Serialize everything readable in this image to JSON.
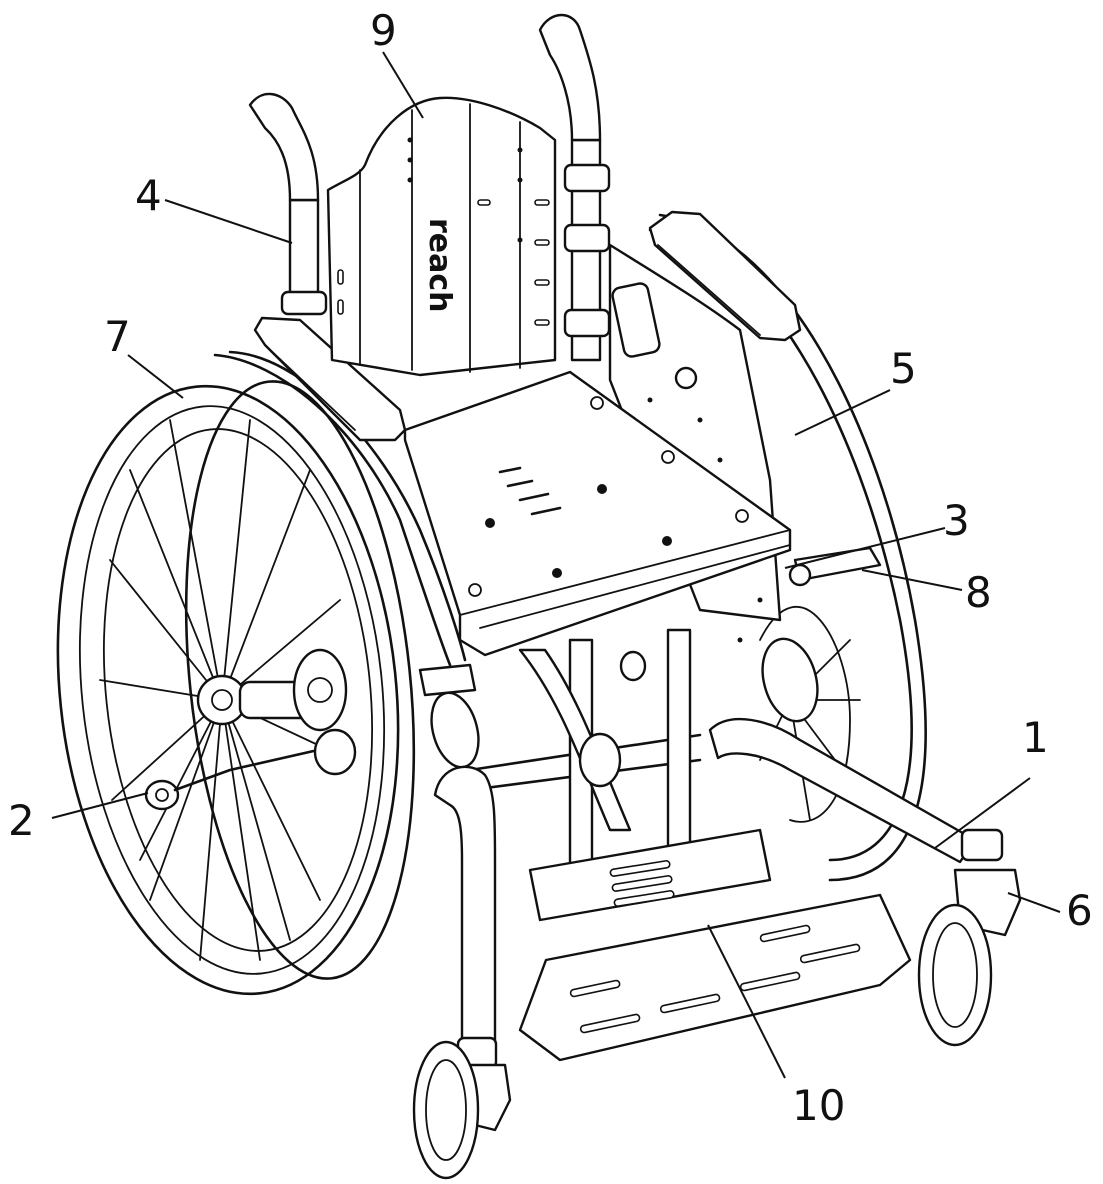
{
  "figure": {
    "subject": "wheelchair",
    "line_color": "#111111",
    "background": "#ffffff",
    "backrest_branding": "reach"
  },
  "callouts": [
    {
      "id": "1",
      "label": "1"
    },
    {
      "id": "2",
      "label": "2"
    },
    {
      "id": "3",
      "label": "3"
    },
    {
      "id": "4",
      "label": "4"
    },
    {
      "id": "5",
      "label": "5"
    },
    {
      "id": "6",
      "label": "6"
    },
    {
      "id": "7",
      "label": "7"
    },
    {
      "id": "8",
      "label": "8"
    },
    {
      "id": "9",
      "label": "9"
    },
    {
      "id": "10",
      "label": "10"
    }
  ]
}
